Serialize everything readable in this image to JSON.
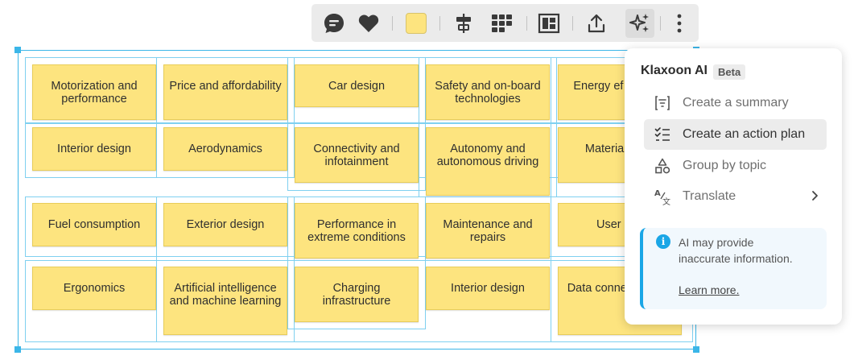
{
  "toolbar": {
    "buttons": [
      {
        "name": "comment-button",
        "icon": "comment-icon"
      },
      {
        "name": "reaction-button",
        "icon": "heart-icon"
      },
      {
        "name": "color-button",
        "icon": "color-swatch"
      },
      {
        "name": "align-button",
        "icon": "align-center-icon"
      },
      {
        "name": "grid-button",
        "icon": "grid-icon"
      },
      {
        "name": "frame-button",
        "icon": "frame-icon"
      },
      {
        "name": "export-button",
        "icon": "upload-icon"
      },
      {
        "name": "ai-button",
        "icon": "sparkles-icon",
        "active": true
      },
      {
        "name": "more-button",
        "icon": "more-vertical-icon"
      }
    ],
    "swatch_color": "#fde47f"
  },
  "board": {
    "notes": [
      "Motorization and performance",
      "Price and affordability",
      "Car design",
      "Safety and on-board technologies",
      "Energy ef and dur",
      "Interior design",
      "Aerodynamics",
      "Connectivity and infotainment",
      "Autonomy and autonomous driving",
      "Materia finish",
      "Fuel consumption",
      "Exterior design",
      "Performance in extreme conditions",
      "Maintenance and repairs",
      "User exp",
      "Ergonomics",
      "Artificial intelligence and machine learning",
      "Charging infrastructure",
      "Interior design",
      "Data conne manage"
    ],
    "note_color": "#fde47f",
    "frame_color": "#7fd0f0"
  },
  "ai_menu": {
    "title": "Klaxoon AI",
    "badge": "Beta",
    "items": [
      {
        "label": "Create a summary",
        "icon": "summary-icon"
      },
      {
        "label": "Create an action plan",
        "icon": "checklist-icon",
        "hover": true
      },
      {
        "label": "Group by topic",
        "icon": "shapes-icon"
      },
      {
        "label": "Translate",
        "icon": "translate-icon",
        "submenu": true
      }
    ],
    "info": {
      "icon_text": "i",
      "text": "AI may provide inaccurate information.",
      "link": "Learn more."
    },
    "accent_color": "#1aa6e6"
  }
}
